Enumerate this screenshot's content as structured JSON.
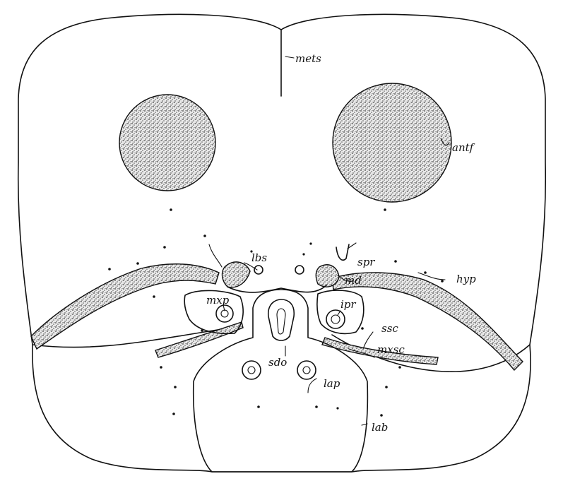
{
  "figure": {
    "labels": {
      "mets": "mets",
      "antf": "antf",
      "lbs": "lbs",
      "spr": "spr",
      "md": "md",
      "hyp": "hyp",
      "mxp": "mxp",
      "ipr": "ipr",
      "ssc": "ssc",
      "mxsc": "mxsc",
      "sdo": "sdo",
      "lap": "lap",
      "lab": "lab"
    }
  }
}
